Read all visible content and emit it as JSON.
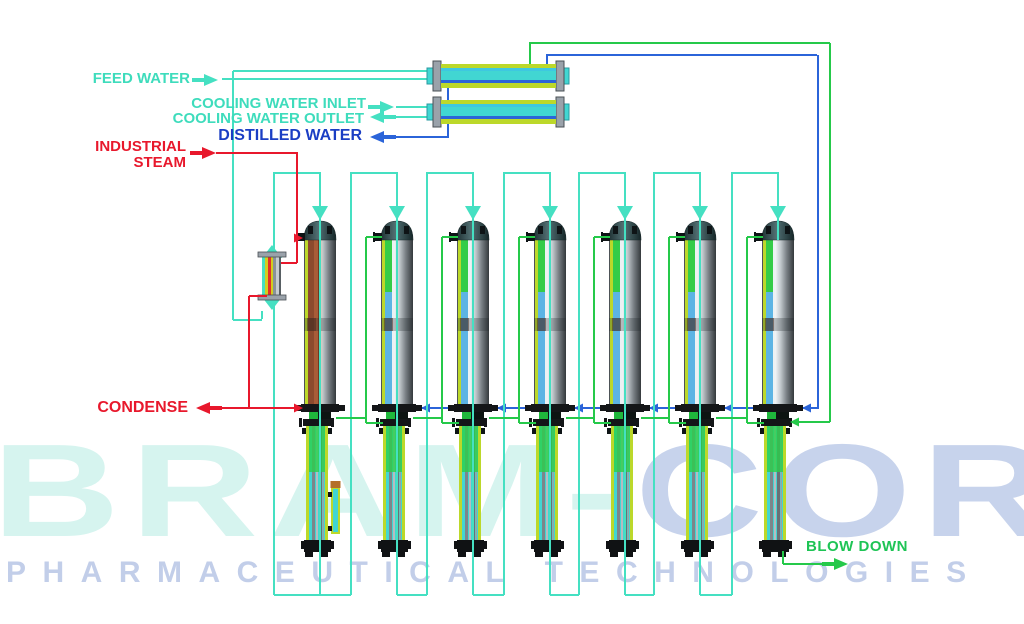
{
  "labels": {
    "feed_water": "FEED WATER",
    "cooling_water_inlet": "COOLING WATER INLET",
    "cooling_water_outlet": "COOLING WATER OUTLET",
    "distilled_water": "DISTILLED WATER",
    "industrial_steam": "INDUSTRIAL\nSTEAM",
    "condense": "CONDENSE",
    "blow_down": "BLOW DOWN"
  },
  "watermark": {
    "brand_primary": "BRAM-",
    "brand_secondary": "COR",
    "tagline": "PHARMACEUTICAL TECHNOLOGIES"
  },
  "equipment": {
    "effect_columns": 7,
    "horizontal_condensers": 2,
    "feed_preheater": 1
  },
  "colors": {
    "aqua": "#45E0C2",
    "aqua_text": "#3EDCBC",
    "red": "#E8182C",
    "green": "#25C94A",
    "green_text": "#1EC455",
    "blue_line": "#2B64D9",
    "blue_text": "#1B3EC4",
    "yellow_green": "#BCD82A",
    "cyan": "#41D6D2",
    "inner_green": "#34CC48",
    "inner_blue": "#5CB4E4",
    "first_effect_brown": "#8C4A2E",
    "watermark_teal": "#D6F4EF",
    "watermark_blue": "#C7D3EC",
    "tagline_blue": "#C2CEE9"
  }
}
